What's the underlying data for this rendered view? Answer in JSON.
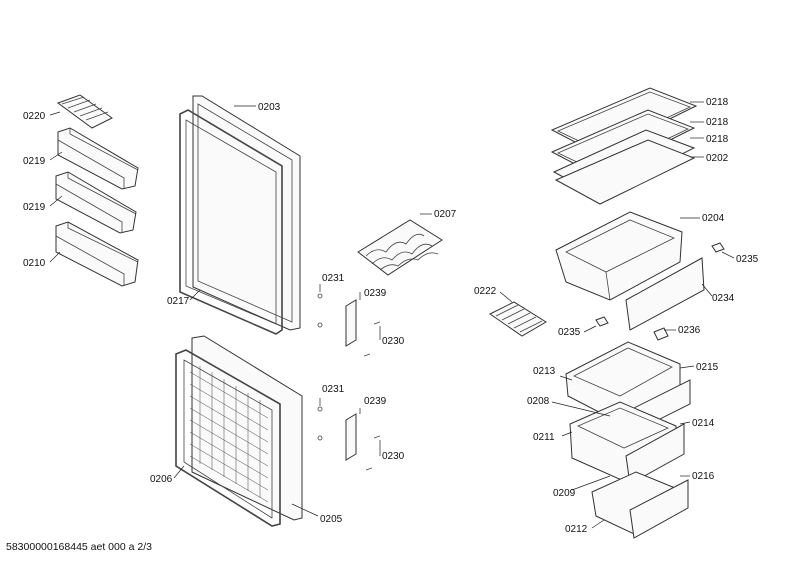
{
  "labels": {
    "p0220": "0220",
    "p0219a": "0219",
    "p0219b": "0219",
    "p0210": "0210",
    "p0203": "0203",
    "p0217": "0217",
    "p0206": "0206",
    "p0205": "0205",
    "p0207": "0207",
    "p0231a": "0231",
    "p0239a": "0239",
    "p0230a": "0230",
    "p0231b": "0231",
    "p0239b": "0239",
    "p0230b": "0230",
    "p0218a": "0218",
    "p0218b": "0218",
    "p0218c": "0218",
    "p0202": "0202",
    "p0204": "0204",
    "p0235a": "0235",
    "p0234": "0234",
    "p0222": "0222",
    "p0235b": "0235",
    "p0236": "0236",
    "p0213": "0213",
    "p0215": "0215",
    "p0208": "0208",
    "p0214": "0214",
    "p0211": "0211",
    "p0209": "0209",
    "p0216": "0216",
    "p0212": "0212"
  },
  "footer": "58300000168445 aet 000 a 2/3"
}
